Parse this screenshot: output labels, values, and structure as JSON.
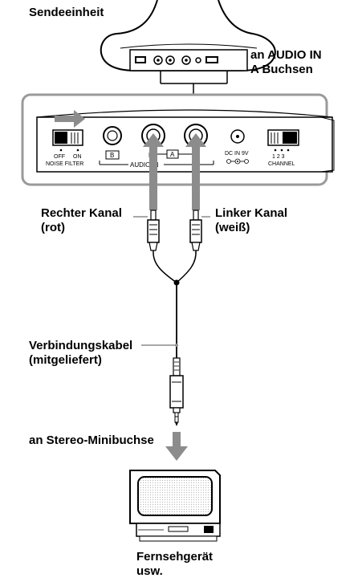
{
  "labels": {
    "transmitter": "Sendeeinheit",
    "audio_in_line1": "an AUDIO IN",
    "audio_in_line2": "A Buchsen",
    "right_line1": "Rechter Kanal",
    "right_line2": "(rot)",
    "left_line1": "Linker Kanal",
    "left_line2": "(weiß)",
    "cable_line1": "Verbindungskabel",
    "cable_line2": "(mitgeliefert)",
    "minijack": "an Stereo-Minibuchse",
    "tv_line1": "Fernsehgerät",
    "tv_line2": "usw."
  },
  "panel": {
    "off": "OFF",
    "on": "ON",
    "noise_filter": "NOISE FILTER",
    "jack_b": "B",
    "jack_a": "A",
    "r": "R",
    "l": "L",
    "audio_in": "AUDIO IN",
    "dc_in": "DC IN 9V",
    "channel_numbers": "1 2 3",
    "channel": "CHANNEL"
  },
  "colors": {
    "arrow": "#8c8c8c",
    "panel_outline": "#9a9a9a",
    "ink": "#000000"
  }
}
